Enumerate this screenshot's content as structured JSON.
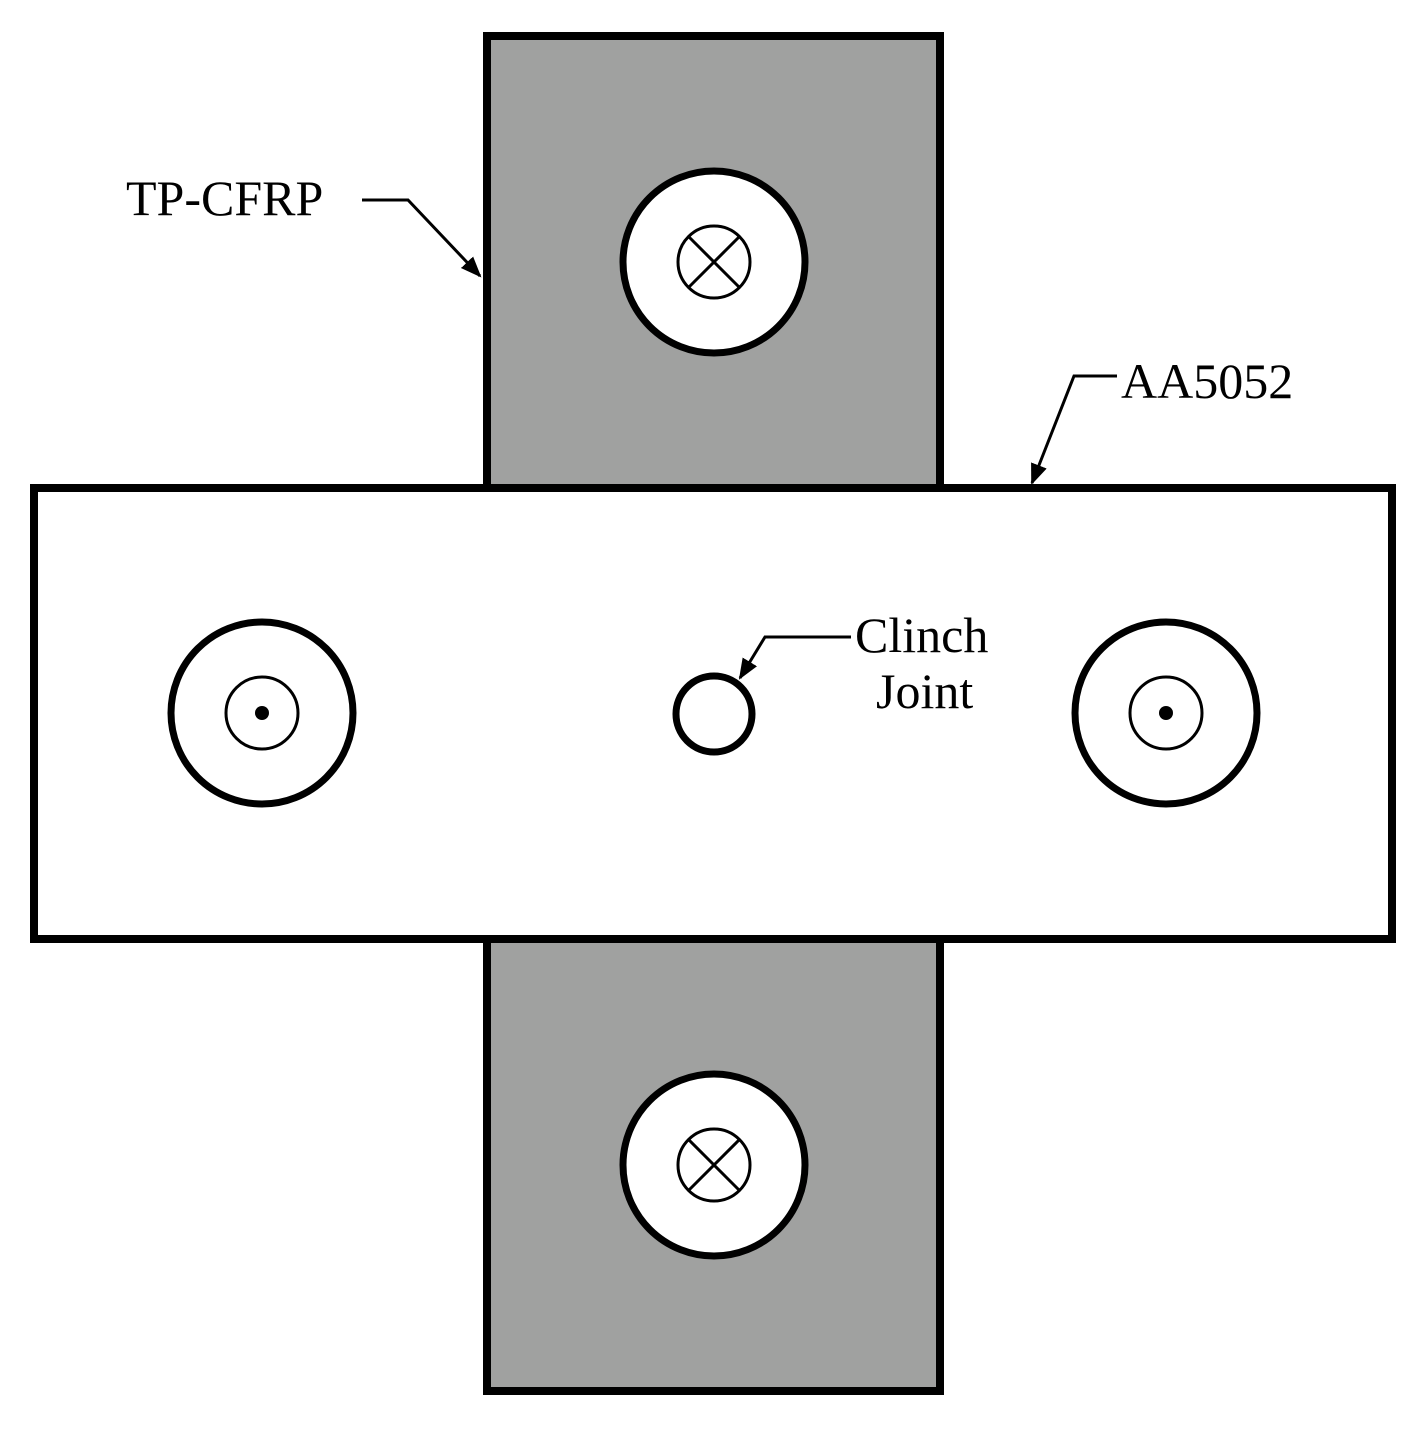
{
  "labels": {
    "cfrp": "TP-CFRP",
    "aluminum": "AA5052",
    "clinch_line1": "Clinch",
    "clinch_line2": "Joint"
  },
  "colors": {
    "cfrp_fill": "#a0a1a0",
    "aluminum_fill": "#ffffff",
    "stroke": "#000000"
  },
  "symbols": {
    "cfrp_clamp": "circle-with-x",
    "aluminum_clamp": "circle-with-dot"
  }
}
